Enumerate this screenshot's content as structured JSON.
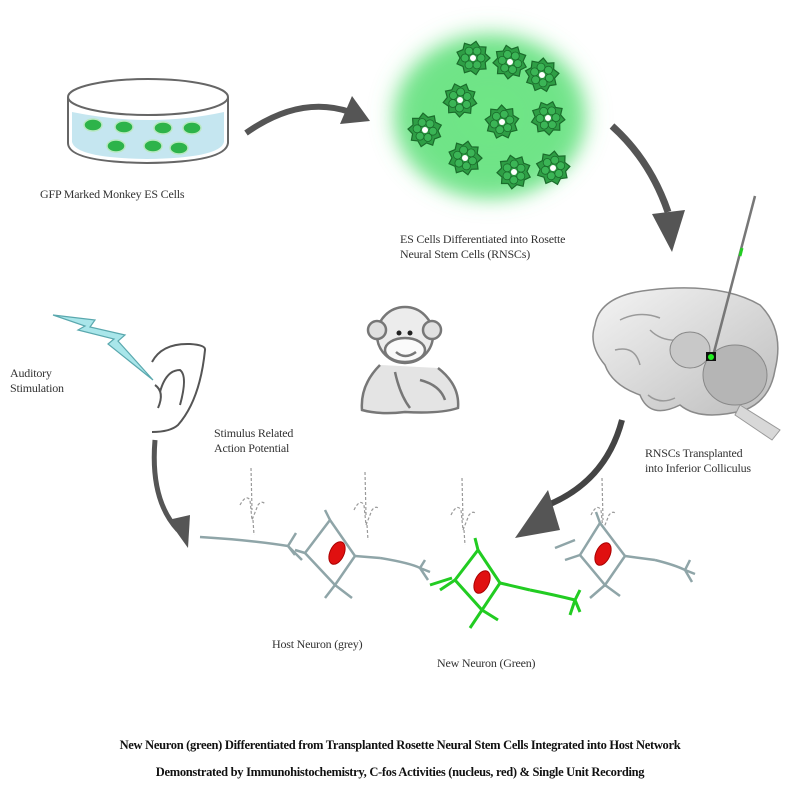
{
  "labels": {
    "es_cells": "GFP Marked Monkey ES Cells",
    "rnsc_line1": "ES Cells Differentiated into Rosette",
    "rnsc_line2": "Neural Stem Cells (RNSCs)",
    "transplant_line1": "RNSCs Transplanted",
    "transplant_line2": "into Inferior Colliculus",
    "auditory_line1": "Auditory",
    "auditory_line2": "Stimulation",
    "stimulus_line1": "Stimulus Related",
    "stimulus_line2": "Action Potential",
    "host_neuron": "Host Neuron (grey)",
    "new_neuron": "New Neuron (Green)"
  },
  "caption": {
    "line1": "New Neuron (green) Differentiated from Transplanted Rosette Neural Stem Cells Integrated into Host Network",
    "line2": "Demonstrated by Immunohistochemistry, C-fos Activities (nucleus, red) & Single Unit Recording"
  },
  "colors": {
    "gfp_green": "#2db34a",
    "glow_green": "#5fe07a",
    "host_grey": "#8fa5a8",
    "new_green": "#22cc22",
    "nucleus_red": "#e01010",
    "arrow_grey": "#555555",
    "dish_liquid": "#bfe3ee",
    "lightning": "#a9e6ea"
  }
}
